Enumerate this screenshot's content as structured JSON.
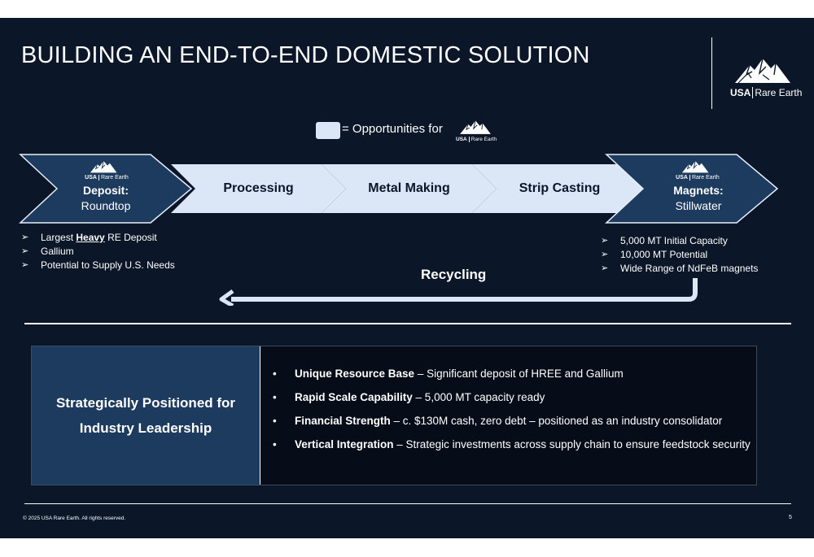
{
  "title": "BUILDING AN END-TO-END DOMESTIC SOLUTION",
  "logo": {
    "brand_bold": "USA",
    "brand_rest": "Rare Earth",
    "icon": "mountain-logo-icon"
  },
  "legend": {
    "text": "= Opportunities for",
    "swatch_color": "#dbe6f7"
  },
  "value_chain": {
    "deposit": {
      "title": "Deposit:",
      "subtitle": "Roundtop"
    },
    "processing": "Processing",
    "metal_making": "Metal Making",
    "strip_casting": "Strip Casting",
    "magnets": {
      "title": "Magnets:",
      "subtitle": "Stillwater"
    },
    "recycling": "Recycling"
  },
  "deposit_bullets": {
    "b1_prefix": "Largest ",
    "b1_bold": "Heavy",
    "b1_suffix": " RE Deposit",
    "b2": "Gallium",
    "b3": "Potential to Supply U.S. Needs"
  },
  "magnet_bullets": [
    "5,000 MT Initial Capacity",
    "10,000 MT Potential",
    "Wide Range of NdFeB magnets"
  ],
  "panel": {
    "title": "Strategically Positioned for Industry Leadership",
    "items": [
      {
        "bold": "Unique Resource Base",
        "text": " – Significant deposit of HREE and Gallium"
      },
      {
        "bold": "Rapid Scale Capability",
        "text": " – 5,000 MT capacity ready"
      },
      {
        "bold": "Financial Strength",
        "text": " – c. $130M cash, zero debt – positioned as an industry consolidator"
      },
      {
        "bold": "Vertical Integration",
        "text": " – Strategic investments across supply chain to ensure feedstock security"
      }
    ]
  },
  "footer": {
    "copyright": "© 2025 USA Rare Earth. All rights reserved.",
    "page": "5"
  },
  "colors": {
    "background": "#0b1628",
    "dark_chevron": "#1d3a5f",
    "light_chevron": "#dbe6f7"
  }
}
